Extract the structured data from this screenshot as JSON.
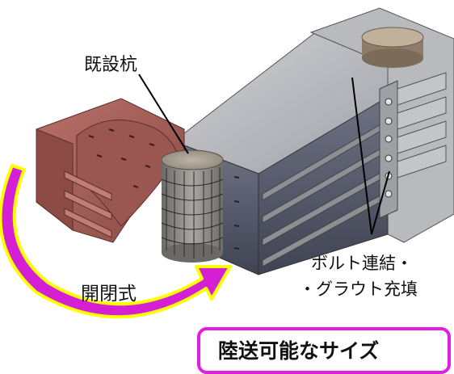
{
  "labels": {
    "existing_pile": "既設杭",
    "open_close": "開閉式",
    "bolt_line1": "ボルト連結・",
    "bolt_line2": "・グラウト充填",
    "transport": "陸送可能なサイズ"
  },
  "colors": {
    "steel_dark": "#55596a",
    "steel_light": "#a6a8ae",
    "lid_red": "#a8605a",
    "arrow_magenta": "#d51fd5",
    "arrow_yellow": "#ffff00",
    "box_border": "#e020e0"
  }
}
